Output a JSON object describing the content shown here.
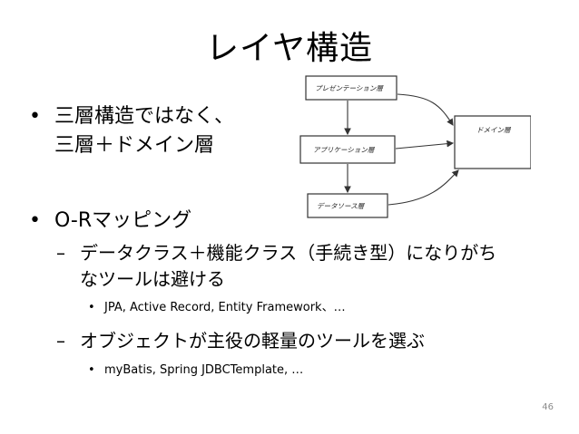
{
  "title": "レイヤ構造",
  "bullets": {
    "b1": {
      "line1": "三層構造ではなく、",
      "line2": "三層＋ドメイン層"
    },
    "b2": {
      "text": "O-Rマッピング",
      "sub1": {
        "line1": "データクラス＋機能クラス（手続き型）になりがち",
        "line2": "なツールは避ける",
        "example": "JPA, Active Record, Entity Framework、…"
      },
      "sub2": {
        "text": "オブジェクトが主役の軽量のツールを選ぶ",
        "example": "myBatis, Spring JDBCTemplate, …"
      }
    }
  },
  "diagram": {
    "presentation": "プレゼンテーション層",
    "application": "アプリケーション層",
    "datasource": "データソース層",
    "domain": "ドメイン層"
  },
  "bullet_marks": {
    "dot": "•",
    "dash": "–"
  },
  "page_number": "46"
}
